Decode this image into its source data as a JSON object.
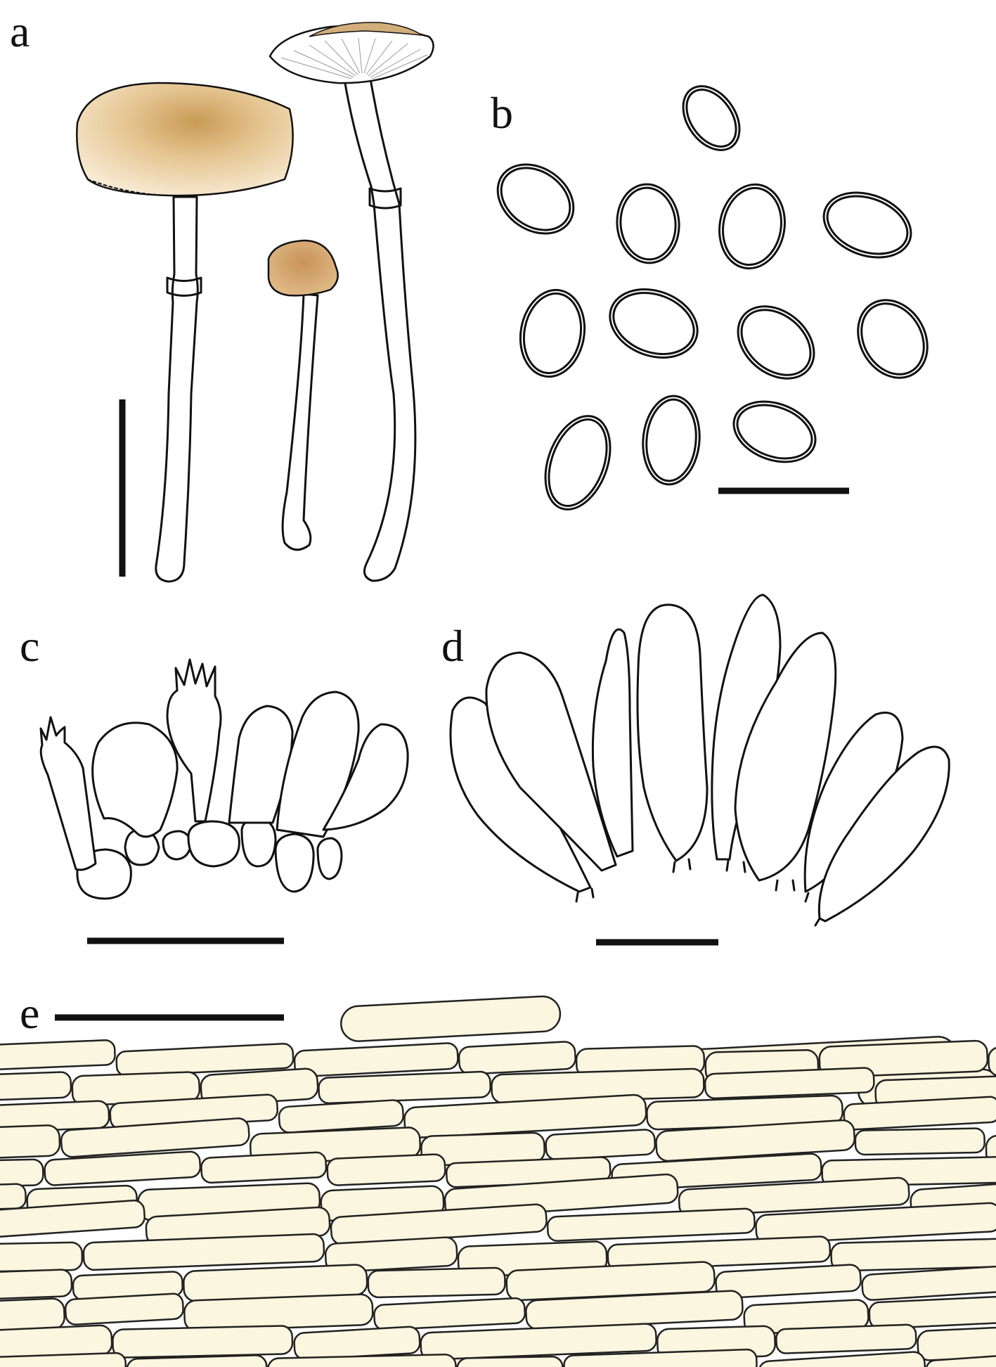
{
  "figure": {
    "panels": [
      {
        "label": "a"
      },
      {
        "label": "b"
      },
      {
        "label": "c"
      },
      {
        "label": "d"
      },
      {
        "label": "e"
      }
    ]
  },
  "colors": {
    "ink": "#111111",
    "cap_tan": "#e9cfa0",
    "cap_center": "#c99a55",
    "hyphae_fill": "#fbf6df"
  }
}
